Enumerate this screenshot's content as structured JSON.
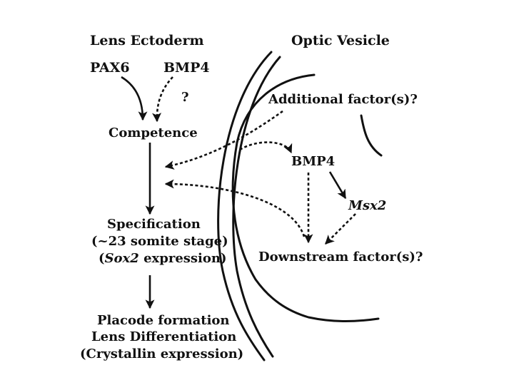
{
  "lens": {
    "title": "Lens Ectoderm",
    "pax6": "PAX6",
    "bmp4": "BMP4",
    "question": "?",
    "competence": "Competence",
    "specification": "Specification",
    "somite": "(~23 somite stage)",
    "sox2_open": "(",
    "sox2": "Sox2",
    "sox2_close": " expression)",
    "placode": "Placode formation",
    "differentiation": "Lens Differentiation",
    "crystallin": "(Crystallin expression)"
  },
  "optic": {
    "title": "Optic Vesicle",
    "additional": "Additional factor(s)?",
    "bmp4": "BMP4",
    "msx2": "Msx2",
    "downstream": "Downstream factor(s)?"
  },
  "colors": {
    "ink": "#111111",
    "background": "#ffffff"
  }
}
